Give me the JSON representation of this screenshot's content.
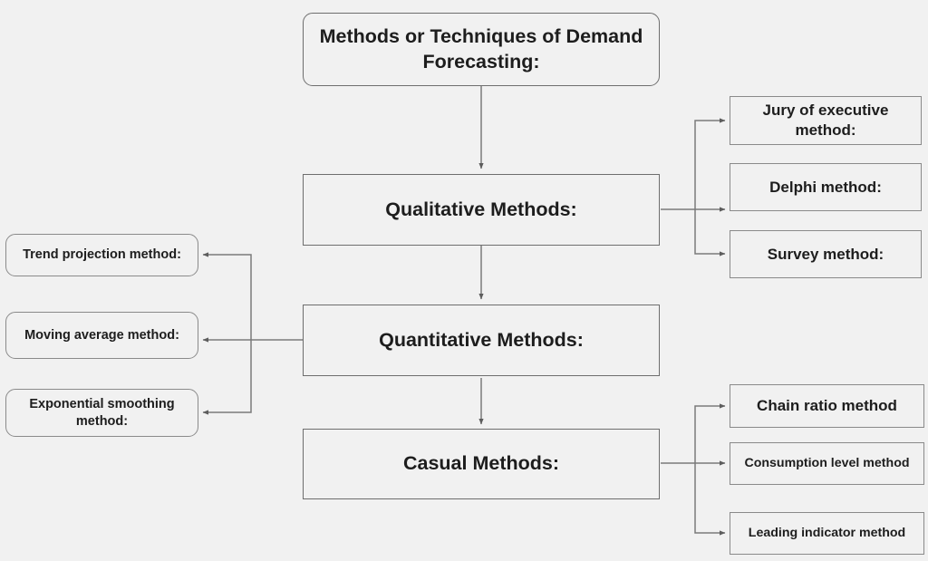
{
  "diagram": {
    "title_node": {
      "id": "root",
      "label": "Methods or Techniques of Demand Forecasting:"
    },
    "main_branches": [
      {
        "id": "qualitative",
        "label": "Qualitative Methods:"
      },
      {
        "id": "quantitative",
        "label": "Quantitative Methods:"
      },
      {
        "id": "casual",
        "label": "Casual Methods:"
      }
    ],
    "qualitative_children": [
      {
        "id": "jury-of-executive-method",
        "label": "Jury of executive method:"
      },
      {
        "id": "delphi-method",
        "label": "Delphi method:"
      },
      {
        "id": "survey-method",
        "label": "Survey method:"
      }
    ],
    "quantitative_children": [
      {
        "id": "trend-projection-method",
        "label": "Trend projection method:"
      },
      {
        "id": "moving-average-method",
        "label": "Moving average method:"
      },
      {
        "id": "exponential-smoothing-method",
        "label": "Exponential smoothing method:"
      }
    ],
    "casual_children": [
      {
        "id": "chain-ratio-method",
        "label": "Chain ratio method"
      },
      {
        "id": "consumption-level-method",
        "label": "Consumption level method"
      },
      {
        "id": "leading-indicator-method",
        "label": "Leading indicator method"
      }
    ],
    "colors": {
      "background": "#f1f1f1",
      "node_fill": "#f1f1f1",
      "node_border": "#8a8a8a",
      "edge": "#7a7a7a",
      "text": "#1d1d1d"
    }
  }
}
